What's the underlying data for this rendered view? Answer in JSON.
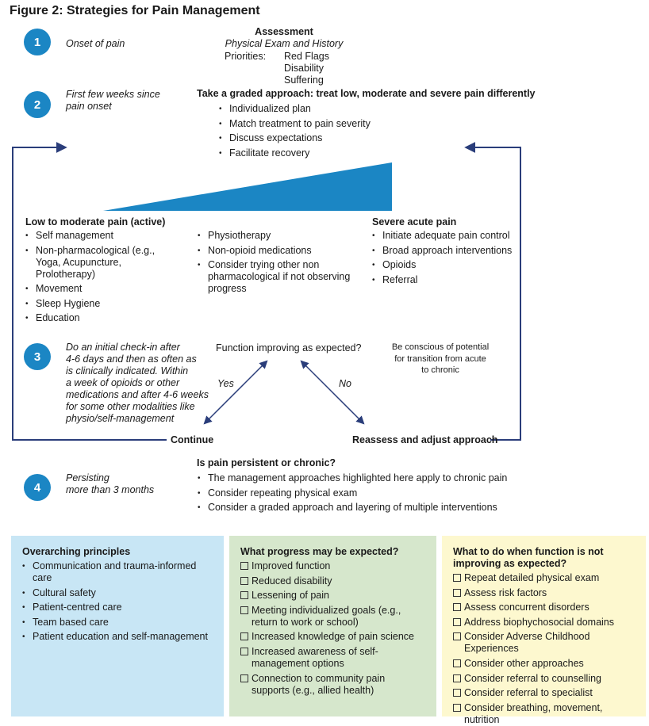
{
  "figure_title": "Figure 2: Strategies for Pain Management",
  "steps": [
    {
      "number": "1",
      "label": "Onset of pain"
    },
    {
      "number": "2",
      "label_lines": [
        "First few weeks since",
        "pain onset"
      ]
    },
    {
      "number": "3",
      "label_lines": [
        "Do an initial check-in after",
        "4-6 days and then as often as",
        "is clinically indicated. Within",
        "a week of opioids or other",
        "medications and after 4-6 weeks",
        "for some other modalities like",
        "physio/self-management"
      ]
    },
    {
      "number": "4",
      "label_lines": [
        "Persisting",
        "more than 3 months"
      ]
    }
  ],
  "assessment": {
    "title": "Assessment",
    "subtitle": "Physical Exam and History",
    "priorities_label": "Priorities:",
    "priorities": [
      "Red Flags",
      "Disability",
      "Suffering"
    ]
  },
  "graded": {
    "title": "Take a graded approach: treat low, moderate and severe pain differently",
    "items": [
      "Individualized plan",
      "Match treatment to pain severity",
      "Discuss expectations",
      "Facilitate recovery"
    ]
  },
  "low_moderate": {
    "title": "Low to moderate pain (active)",
    "col1": [
      "Self management",
      "Non-pharmacological (e.g., Yoga, Acupuncture, Prolotherapy)",
      "Movement",
      "Sleep Hygiene",
      "Education"
    ],
    "col2": [
      "Physiotherapy",
      "Non-opioid medications",
      "Consider trying other non pharmacological if not observing progress"
    ]
  },
  "severe": {
    "title": "Severe acute pain",
    "items": [
      "Initiate adequate pain control",
      "Broad approach interventions",
      "Opioids",
      "Referral"
    ]
  },
  "decision": {
    "question": "Function improving as expected?",
    "yes": "Yes",
    "no": "No",
    "note_lines": [
      "Be conscious of potential",
      "for transition from acute",
      "to chronic"
    ],
    "continue": "Continue",
    "reassess": "Reassess and adjust approach"
  },
  "chronic": {
    "title": "Is pain persistent or chronic?",
    "items": [
      "The management approaches highlighted here apply to chronic pain",
      "Consider repeating physical exam",
      "Consider a graded approach and layering of multiple interventions"
    ]
  },
  "panels": [
    {
      "title": "Overarching principles",
      "color": "#c8e6f5",
      "items": [
        "Communication and trauma-informed care",
        "Cultural safety",
        "Patient-centred care",
        "Team based care",
        "Patient education and self-management"
      ]
    },
    {
      "title": "What progress may be expected?",
      "color": "#d6e7cc",
      "items": [
        "Improved function",
        "Reduced disability",
        "Lessening of pain",
        "Meeting individualized goals (e.g., return to work or school)",
        "Increased knowledge of pain science",
        "Increased awareness of self-management options",
        "Connection to community pain supports (e.g., allied health)"
      ]
    },
    {
      "title": "What to do when function is not improving as expected?",
      "color": "#fdf8cf",
      "items": [
        "Repeat detailed physical exam",
        "Assess risk factors",
        "Assess concurrent disorders",
        "Address biophychosocial domains",
        "Consider Adverse Childhood Experiences",
        "Consider other approaches",
        "Consider referral to counselling",
        "Consider referral to specialist",
        "Consider breathing, movement, nutrition"
      ]
    }
  ],
  "colors": {
    "accent": "#1b86c4",
    "arrow": "#2a3d7a"
  }
}
